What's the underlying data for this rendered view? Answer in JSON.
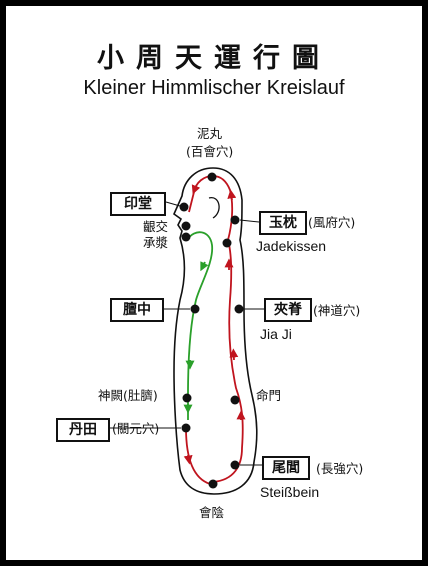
{
  "title_cn": "小周天運行圖",
  "title_de": "Kleiner Himmlischer Kreislauf",
  "labels": {
    "niwan": "泥丸",
    "baihui": "(百會穴)",
    "yintang": "印堂",
    "yinjiao": "齦交",
    "chengjiang": "承漿",
    "yuzhen": "玉枕",
    "fengfu": "(風府穴)",
    "jadekissen": "Jadekissen",
    "tanzhong": "膻中",
    "jiaji": "夾脊",
    "shendao": "(神道穴)",
    "jiaji_de": "Jia Ji",
    "shenque": "神闕(肚臍)",
    "mingmen": "命門",
    "dantian": "丹田",
    "guanyuan": "(關元穴)",
    "weilu": "尾閭",
    "changqiang": "(長強穴)",
    "steissbein": "Steißbein",
    "huiyin": "會陰"
  },
  "colors": {
    "ascending": "#c0141e",
    "descending": "#2aa02a",
    "outline": "#111111"
  }
}
